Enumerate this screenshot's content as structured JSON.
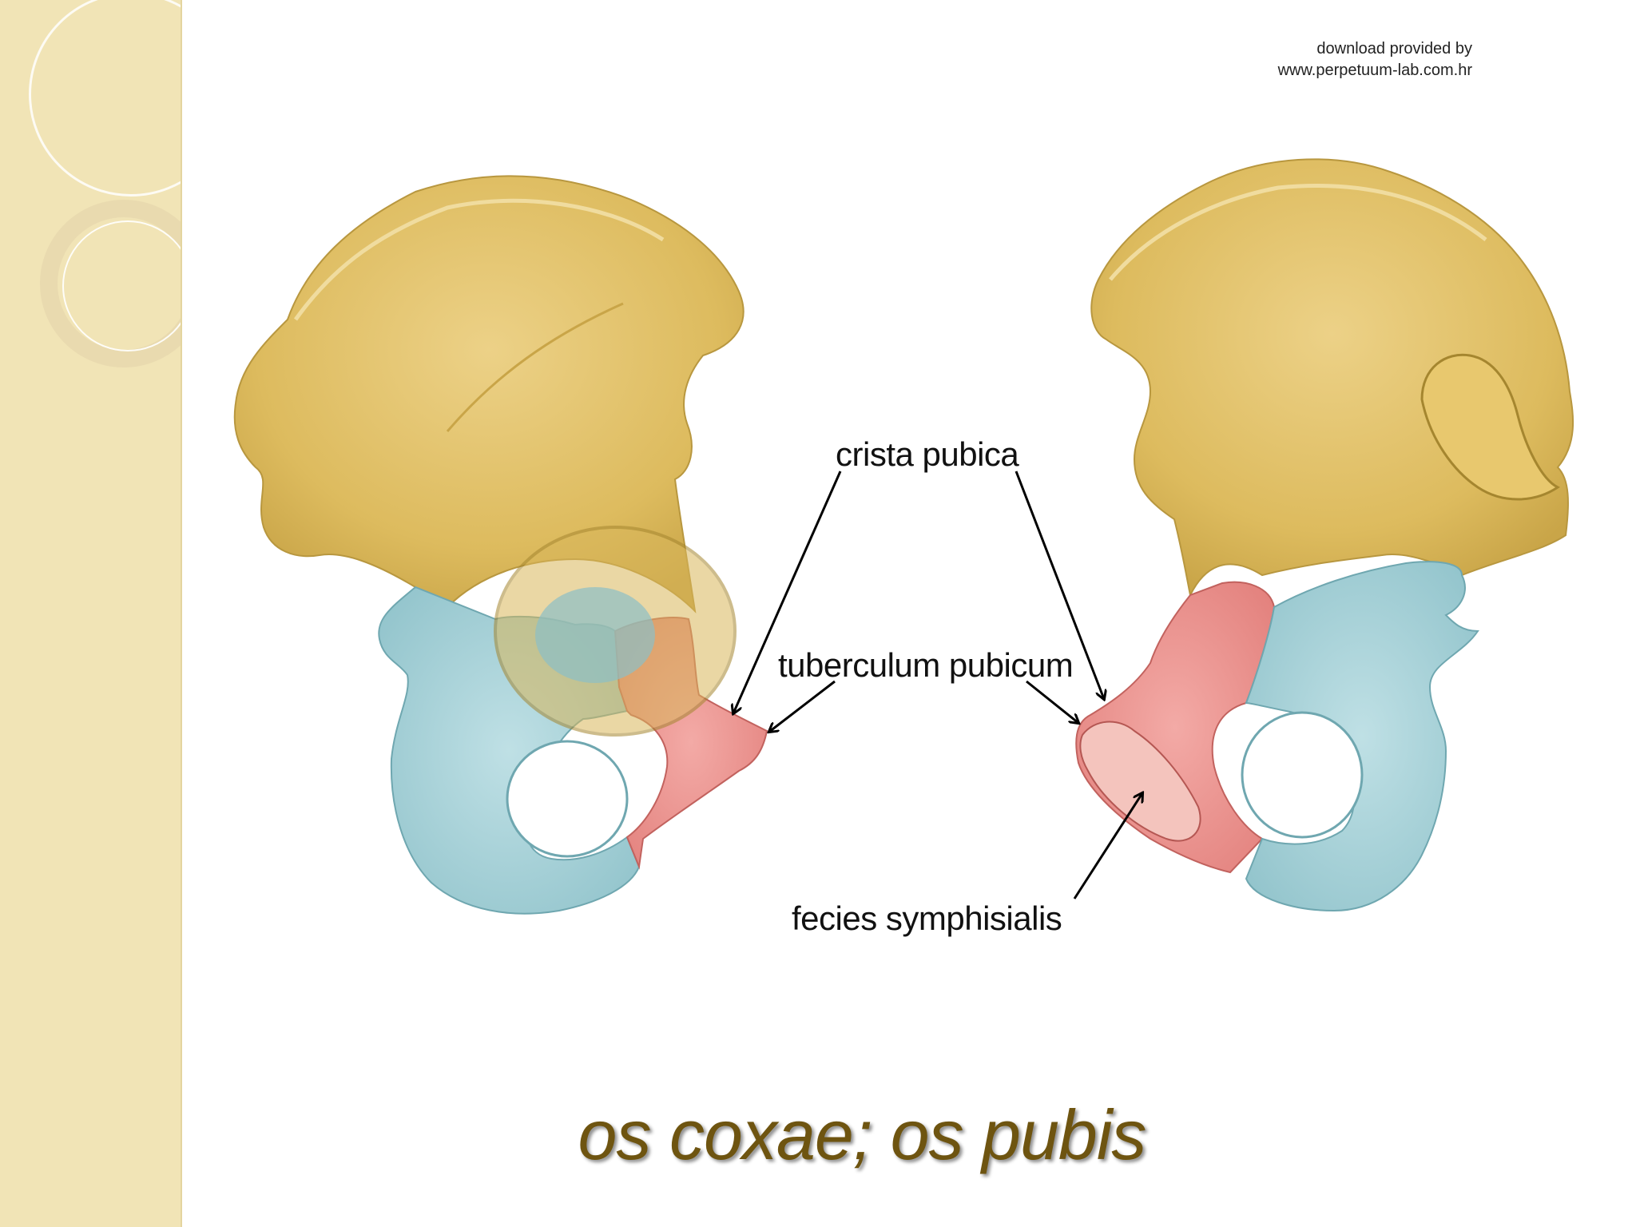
{
  "credit": {
    "line1": "download provided by",
    "line2": "www.perpetuum-lab.com.hr"
  },
  "labels": {
    "crista_pubica": "crista pubica",
    "tuberculum_pubicum": "tuberculum pubicum",
    "facies_symphisialis": "fecies symphisialis"
  },
  "title": "os coxae; os pubis",
  "colors": {
    "ilium": "#e4c36c",
    "ischium": "#a6d3da",
    "pubis": "#ec8f8c",
    "title": "#6e5410",
    "sidebar": "#f1e4b6"
  }
}
